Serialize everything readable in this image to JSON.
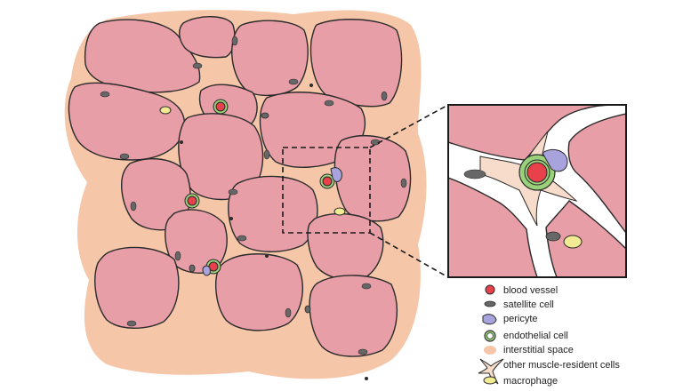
{
  "colors": {
    "fiber": "#e79ea7",
    "interstitial": "#f6c6a8",
    "membrane": "#2b2b2b",
    "nucleus": "#676767",
    "blood_vessel": "#e8414c",
    "pericyte": "#a9a3dd",
    "endothelial": "#9ad17a",
    "macrophage": "#f1ec93",
    "resident_cell": "#f8dccb"
  },
  "legend": [
    {
      "label": "blood vessel",
      "icon": "blood-vessel-icon"
    },
    {
      "label": "satellite cell",
      "icon": "satellite-cell-icon"
    },
    {
      "label": "pericyte",
      "icon": "pericyte-icon"
    },
    {
      "label": "endothelial cell",
      "icon": "endothelial-cell-icon"
    },
    {
      "label": "interstitial space",
      "icon": "interstitial-space-icon"
    },
    {
      "label": "other muscle-resident cells",
      "icon": "resident-cell-icon"
    },
    {
      "label": "macrophage",
      "icon": "macrophage-icon"
    }
  ]
}
